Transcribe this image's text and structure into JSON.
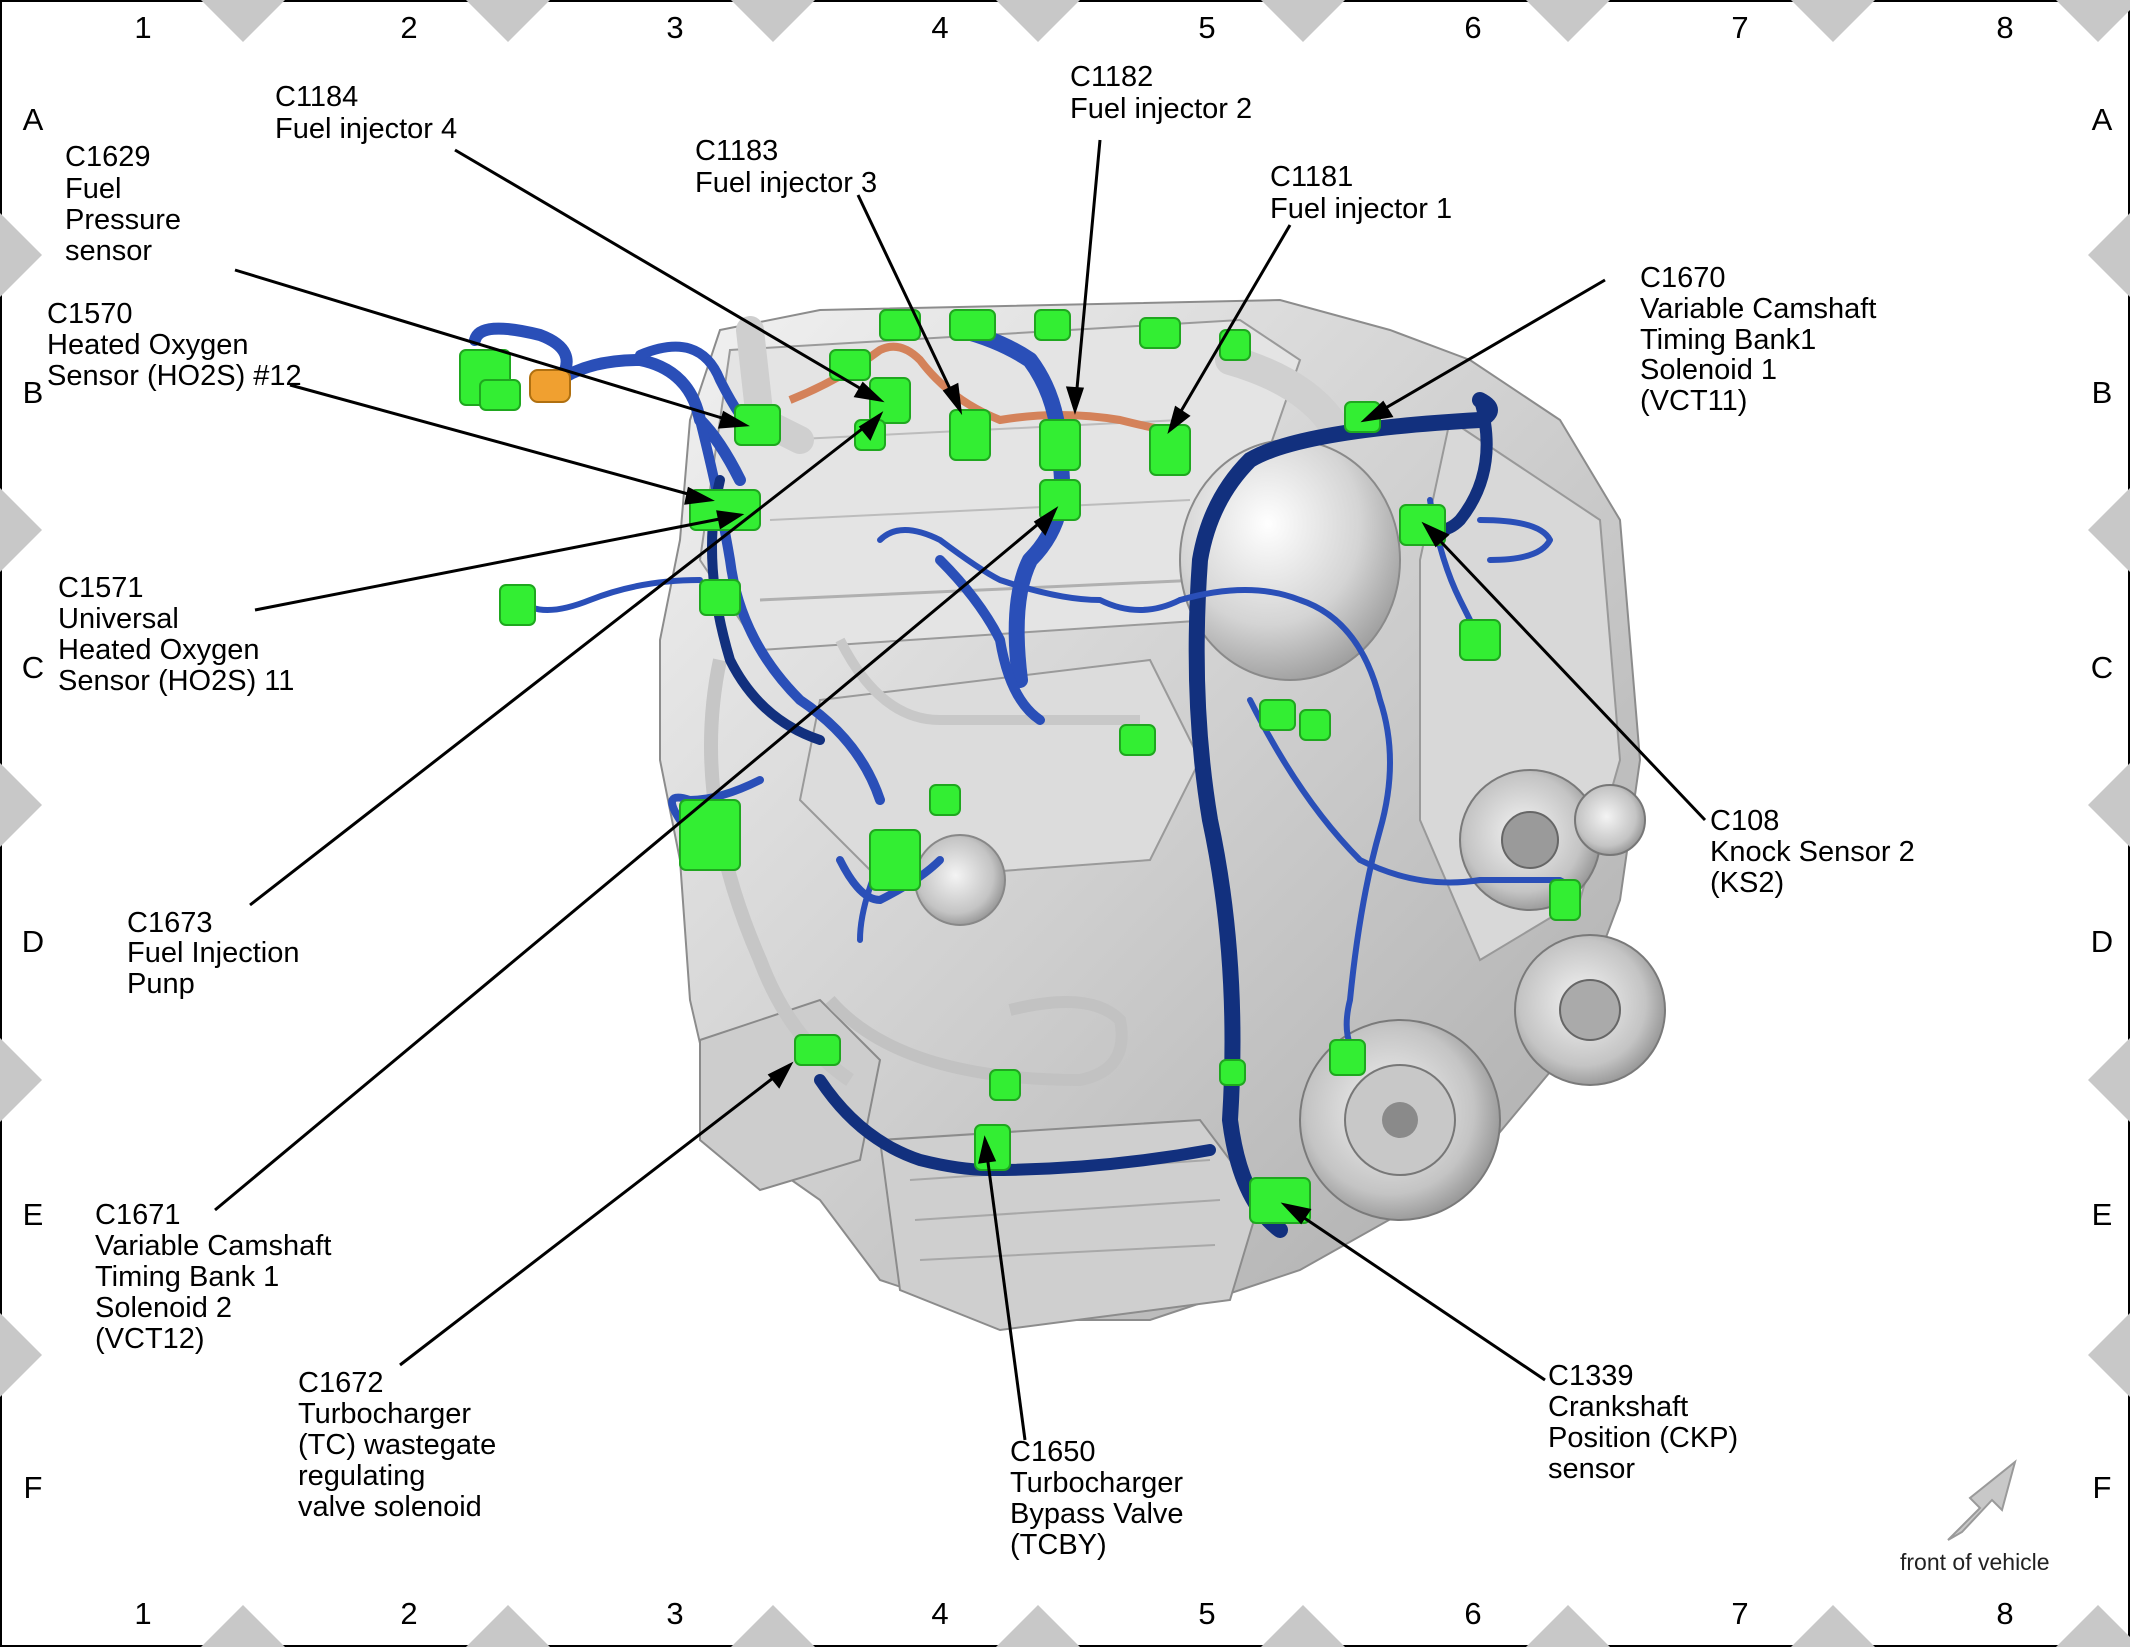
{
  "grid": {
    "columns": [
      "1",
      "2",
      "3",
      "4",
      "5",
      "6",
      "7",
      "8"
    ],
    "rows": [
      "A",
      "B",
      "C",
      "D",
      "E",
      "F"
    ]
  },
  "colors": {
    "harness_blue": "#2a4fb8",
    "harness_dark": "#12307e",
    "connector_green": "#33ee33",
    "engine_gray": "#d6d6d6",
    "orange_harness": "#d4825a",
    "border_diamond": "#c8c8c8"
  },
  "callouts": {
    "c1184": {
      "code": "C1184",
      "name": "Fuel injector 4"
    },
    "c1182": {
      "code": "C1182",
      "name": "Fuel injector 2"
    },
    "c1183": {
      "code": "C1183",
      "name": "Fuel injector 3"
    },
    "c1181": {
      "code": "C1181",
      "name": "Fuel injector 1"
    },
    "c1629": {
      "code": "C1629",
      "line1": "Fuel",
      "line2": "Pressure",
      "line3": "sensor"
    },
    "c1570": {
      "code": "C1570",
      "line1": "Heated Oxygen",
      "line2": "Sensor (HO2S) #12"
    },
    "c1670": {
      "code": "C1670",
      "line1": "Variable Camshaft",
      "line2": "Timing Bank1",
      "line3": "Solenoid 1",
      "line4": "(VCT11)"
    },
    "c1571": {
      "code": "C1571",
      "line1": "Universal",
      "line2": "Heated Oxygen",
      "line3": "Sensor (HO2S) 11"
    },
    "c108": {
      "code": "C108",
      "line1": "Knock Sensor 2",
      "line2": "(KS2)"
    },
    "c1673": {
      "code": "C1673",
      "line1": "Fuel Injection",
      "line2": "Punp"
    },
    "c1671": {
      "code": "C1671",
      "line1": "Variable Camshaft",
      "line2": "Timing Bank 1",
      "line3": "Solenoid 2",
      "line4": "(VCT12)"
    },
    "c1339": {
      "code": "C1339",
      "line1": "Crankshaft",
      "line2": "Position (CKP)",
      "line3": "sensor"
    },
    "c1672": {
      "code": "C1672",
      "line1": "Turbocharger",
      "line2": "(TC) wastegate",
      "line3": "regulating",
      "line4": "valve solenoid"
    },
    "c1650": {
      "code": "C1650",
      "line1": "Turbocharger",
      "line2": "Bypass Valve",
      "line3": "(TCBY)"
    }
  },
  "front_indicator": {
    "label": "front of vehicle",
    "icon": "arrow-up-right-icon"
  }
}
